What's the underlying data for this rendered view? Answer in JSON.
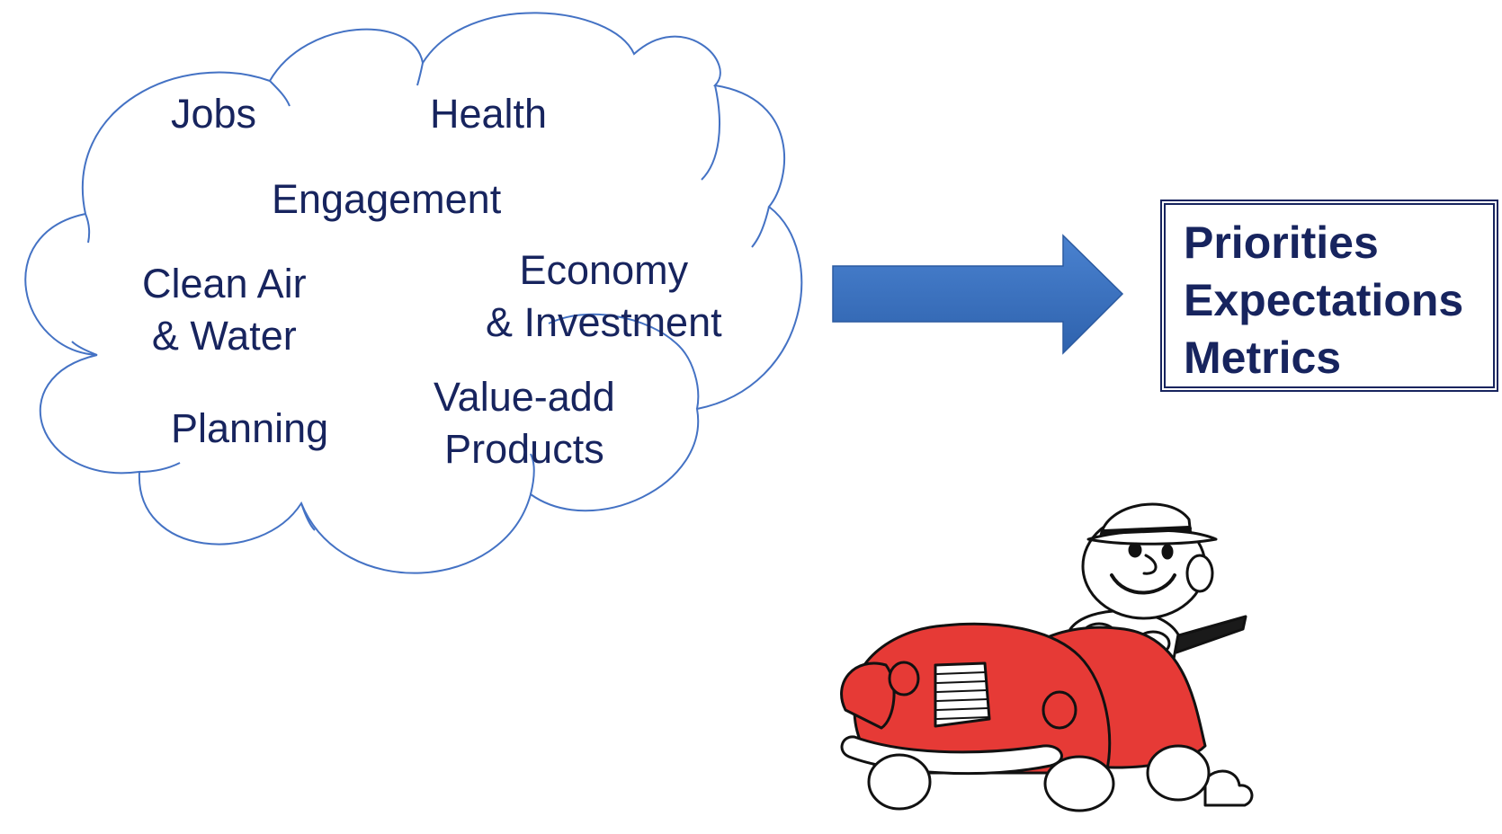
{
  "cloud": {
    "topics": {
      "jobs": "Jobs",
      "health": "Health",
      "engagement": "Engagement",
      "clean_air_line1": "Clean Air",
      "clean_air_line2": "& Water",
      "economy_line1": "Economy",
      "economy_line2": "& Investment",
      "planning": "Planning",
      "value_add_line1": "Value-add",
      "value_add_line2": "Products"
    },
    "outline_color": "#4472c4",
    "text_color": "#17245e"
  },
  "arrow": {
    "color": "#3d72c0",
    "icon": "right-arrow"
  },
  "outcomes": {
    "priorities": "Priorities",
    "expectations": "Expectations",
    "metrics": "Metrics",
    "text_color": "#17245e"
  },
  "illustration": {
    "icon": "cartoon-man-driving-red-car",
    "car_color": "#e63a36"
  }
}
